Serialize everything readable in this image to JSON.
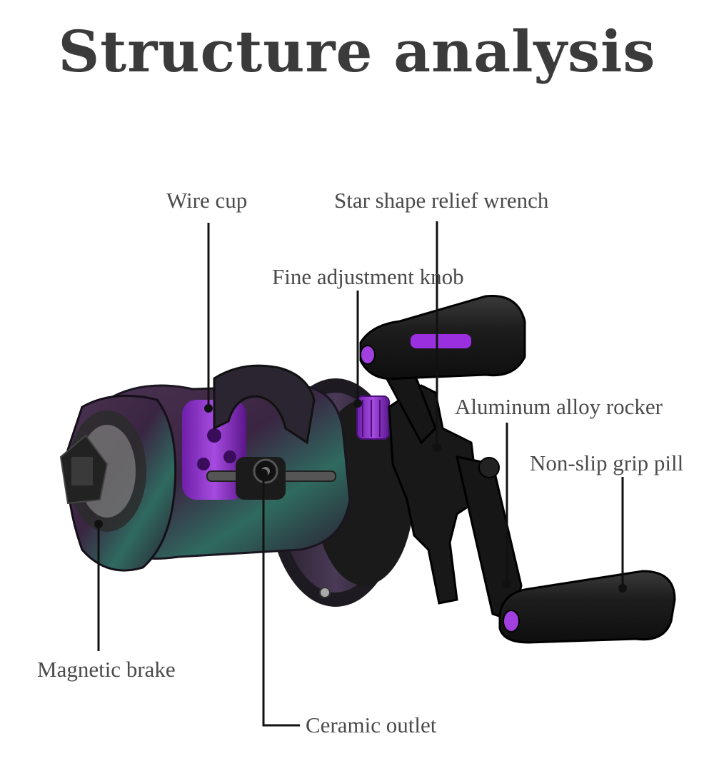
{
  "title": "Structure analysis",
  "labels": {
    "wire_cup": "Wire cup",
    "star_wrench": "Star shape relief wrench",
    "fine_knob": "Fine adjustment knob",
    "aluminum_rocker": "Aluminum alloy rocker",
    "grip_pill": "Non-slip grip pill",
    "magnetic_brake": "Magnetic brake",
    "ceramic_outlet": "Ceramic outlet"
  },
  "colors": {
    "body_purple": "#3d2a45",
    "body_green": "#2f6b5e",
    "accent_purple": "#8e2bd1",
    "handle_black": "#1b1b1b",
    "leader_line": "#111111"
  }
}
